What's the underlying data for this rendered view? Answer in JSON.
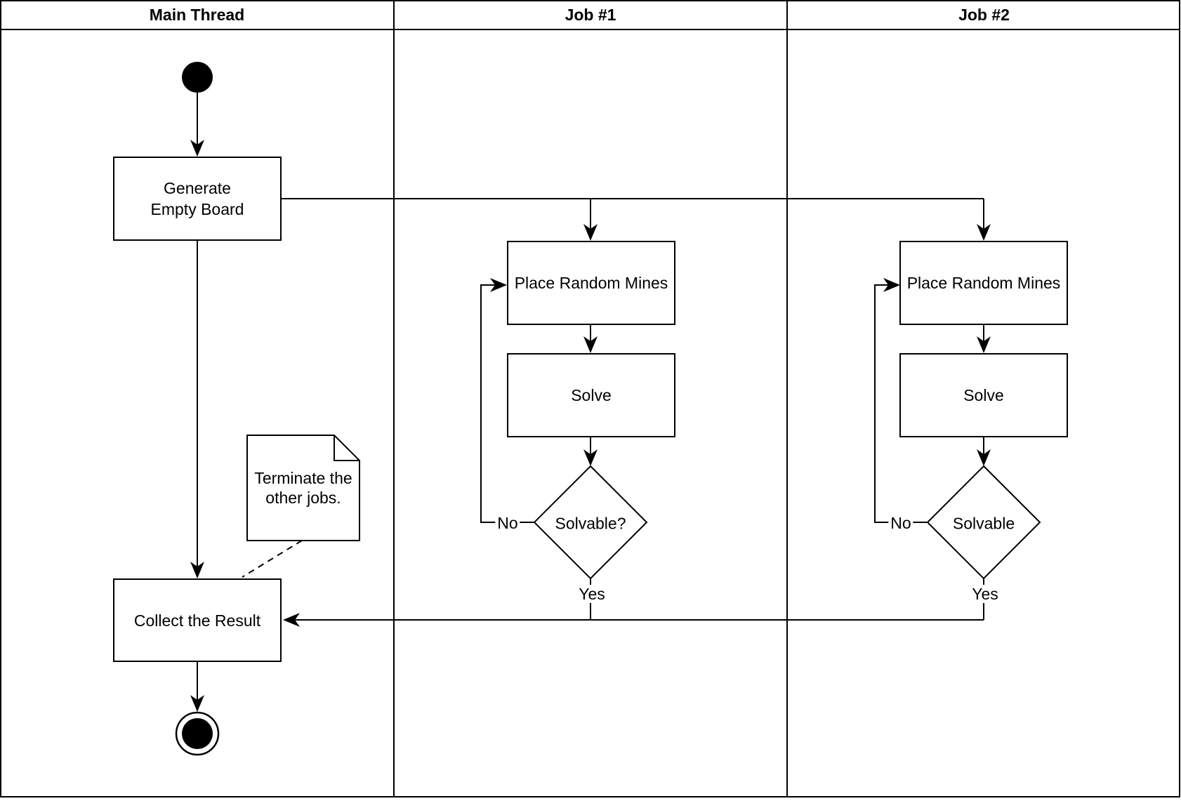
{
  "lanes": [
    {
      "title": "Main Thread"
    },
    {
      "title": "Job #1"
    },
    {
      "title": "Job #2"
    }
  ],
  "nodes": {
    "generate": "Generate Empty Board",
    "collect": "Collect the Result",
    "note": "Terminate the other jobs.",
    "job1_mines": "Place Random Mines",
    "job1_solve": "Solve",
    "job1_decision": "Solvable?",
    "job2_mines": "Place Random Mines",
    "job2_solve": "Solve",
    "job2_decision": "Solvable"
  },
  "edge_labels": {
    "job1_no": "No",
    "job1_yes": "Yes",
    "job2_no": "No",
    "job2_yes": "Yes"
  },
  "colors": {
    "stroke": "#000000",
    "background": "#ffffff"
  }
}
